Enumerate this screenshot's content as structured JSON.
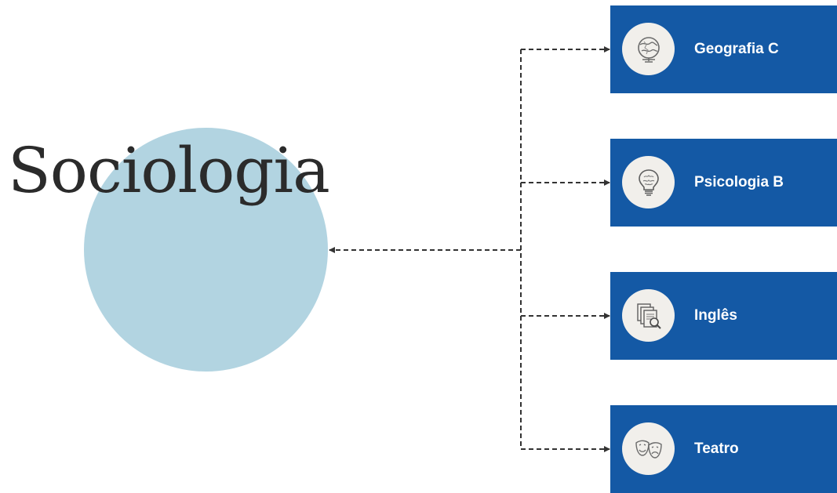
{
  "diagram": {
    "root": {
      "label": "Sociologia"
    },
    "nodes": [
      {
        "label": "Geografia C",
        "icon": "globe-icon"
      },
      {
        "label": "Psicologia B",
        "icon": "brain-lightbulb-icon"
      },
      {
        "label": "Inglês",
        "icon": "documents-magnifier-icon"
      },
      {
        "label": "Teatro",
        "icon": "theater-masks-icon"
      }
    ]
  },
  "colors": {
    "root_circle": "#b2d4e1",
    "node_box": "#1459a5",
    "icon_circle": "#f1efeb",
    "connector": "#333333",
    "title_text": "#2b2b2b"
  }
}
